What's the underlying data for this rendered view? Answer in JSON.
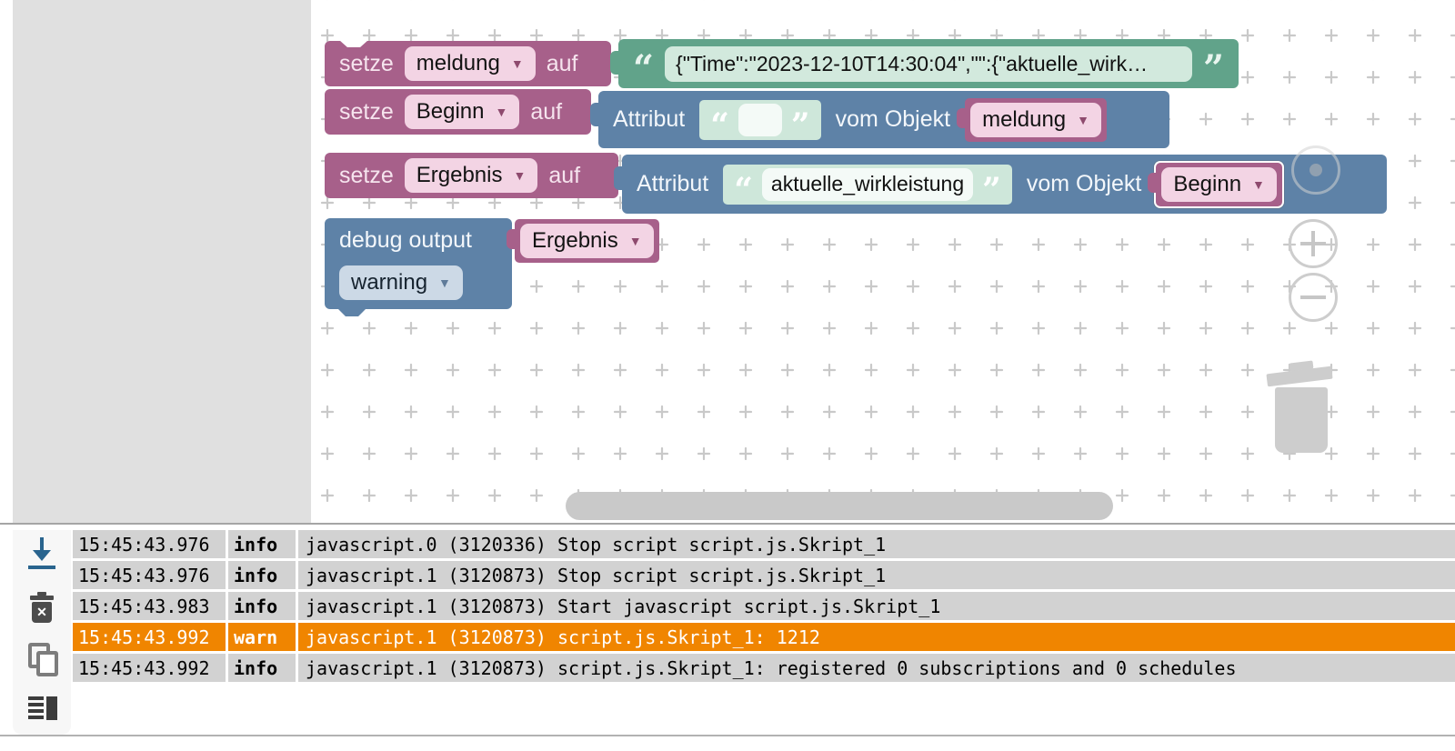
{
  "colors": {
    "block_magenta": "#a7608a",
    "block_magenta_field": "#f3d4e4",
    "block_blue": "#5e82a7",
    "block_blue_field": "#ccd9e6",
    "block_green": "#61a38a",
    "block_green_field": "#d2e9dd",
    "shadow_block": "#cee7da",
    "log_row_bg": "#d2d2d2",
    "warn_row_bg": "#f08500",
    "toolbox_bg": "#e0e0e0"
  },
  "glyphs": {
    "dropdown": "▼",
    "quote_open": "“",
    "quote_close": "”"
  },
  "icons": {
    "log_toolbar": [
      "download-icon",
      "clear-log-icon",
      "copy-log-icon",
      "layout-icon"
    ],
    "workspace": [
      "crosshair-icon",
      "zoom-in-icon",
      "zoom-out-icon",
      "trash-icon"
    ]
  },
  "blocks": {
    "set_meldung": {
      "keyword": "setze",
      "variable": "meldung",
      "suffix": "auf",
      "value": "{\"Time\":\"2023-12-10T14:30:04\",\"\":{\"aktuelle_wirk…"
    },
    "set_beginn": {
      "keyword": "setze",
      "variable": "Beginn",
      "suffix": "auf",
      "attribut_label": "Attribut",
      "attribut_value": "",
      "vom_objekt_label": "vom Objekt",
      "object_variable": "meldung"
    },
    "set_ergebnis": {
      "keyword": "setze",
      "variable": "Ergebnis",
      "suffix": "auf",
      "attribut_label": "Attribut",
      "attribut_value": "aktuelle_wirkleistung",
      "vom_objekt_label": "vom Objekt",
      "object_variable": "Beginn"
    },
    "debug": {
      "label": "debug output",
      "variable": "Ergebnis",
      "severity": "warning"
    }
  },
  "log": {
    "rows": [
      {
        "time": "15:45:43.976",
        "level": "info",
        "message": "javascript.0 (3120336) Stop script script.js.Skript_1",
        "highlight": false
      },
      {
        "time": "15:45:43.976",
        "level": "info",
        "message": "javascript.1 (3120873) Stop script script.js.Skript_1",
        "highlight": false
      },
      {
        "time": "15:45:43.983",
        "level": "info",
        "message": "javascript.1 (3120873) Start javascript script.js.Skript_1",
        "highlight": false
      },
      {
        "time": "15:45:43.992",
        "level": "warn",
        "message": "javascript.1 (3120873) script.js.Skript_1: 1212",
        "highlight": true
      },
      {
        "time": "15:45:43.992",
        "level": "info",
        "message": "javascript.1 (3120873) script.js.Skript_1: registered 0 subscriptions and 0 schedules",
        "highlight": false
      }
    ]
  }
}
